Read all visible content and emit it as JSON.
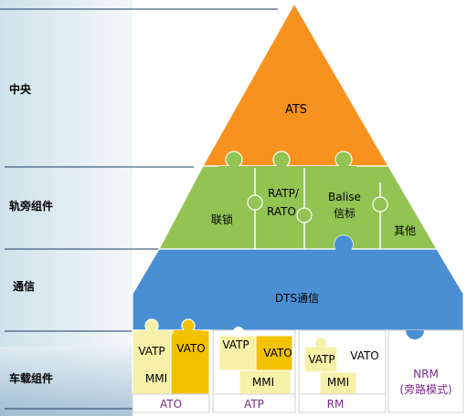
{
  "layers": [
    {
      "label": "中央"
    },
    {
      "label": "轨旁组件"
    },
    {
      "label": "通信"
    },
    {
      "label": "车载组件"
    }
  ],
  "central": {
    "ats": "ATS"
  },
  "wayside": {
    "interlock": "联锁",
    "ratp_line1": "RATP/",
    "ratp_line2": "RATO",
    "balise_line1": "Balise",
    "balise_line2": "信标",
    "other": "其他"
  },
  "comm": {
    "dts": "DTS通信"
  },
  "onboard": {
    "ato": {
      "vatp": "VATP",
      "vato": "VATO",
      "mmi": "MMI",
      "label": "ATO"
    },
    "atp": {
      "vatp": "VATP",
      "vato": "VATO",
      "mmi": "MMI",
      "label": "ATP"
    },
    "rm": {
      "vatp": "VATP",
      "vato": "VATO",
      "mmi": "MMI",
      "label": "RM"
    },
    "nrm": {
      "line1": "NRM",
      "line2": "(旁路模式)"
    }
  },
  "colors": {
    "orange": "#F7921E",
    "green": "#92C353",
    "blue": "#4A8FD4",
    "lightYellow": "#F6F1A8",
    "yellow": "#F2C200",
    "purple": "#7B2B8F"
  }
}
